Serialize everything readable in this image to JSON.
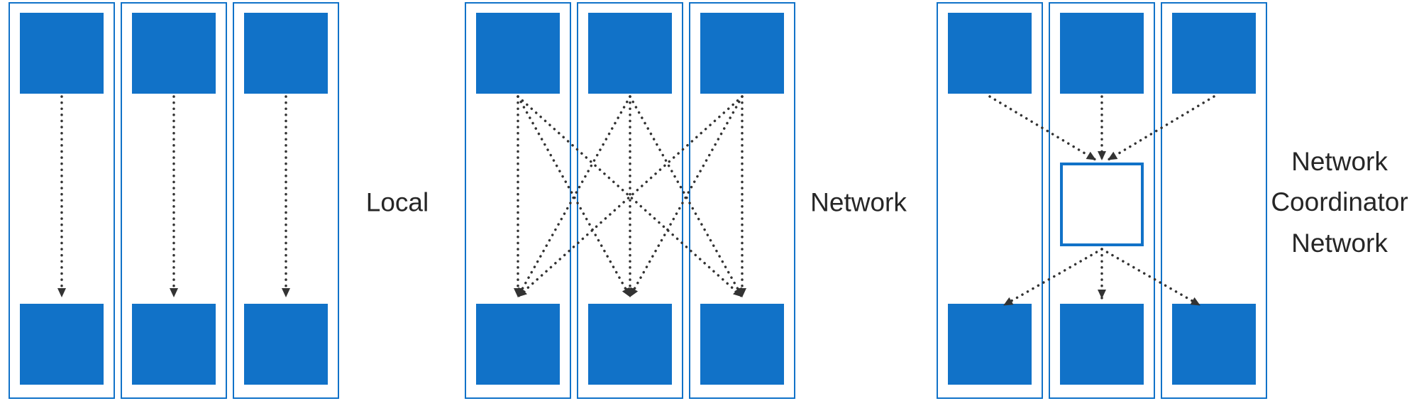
{
  "colors": {
    "node_blue": "#1172C8",
    "lane_border": "#1172C8",
    "coordinator_fill": "#FFFFFF",
    "arrow": "#333333",
    "label_text": "#262626",
    "background": "#FFFFFF"
  },
  "groups": [
    {
      "id": "local",
      "label_lines": [
        "Local"
      ],
      "topology": "point-to-point",
      "lanes": 3,
      "connections": [
        [
          0,
          0
        ],
        [
          1,
          1
        ],
        [
          2,
          2
        ]
      ]
    },
    {
      "id": "network",
      "label_lines": [
        "Network"
      ],
      "topology": "full-mesh",
      "lanes": 3,
      "connections": [
        [
          0,
          0
        ],
        [
          0,
          1
        ],
        [
          0,
          2
        ],
        [
          1,
          0
        ],
        [
          1,
          1
        ],
        [
          1,
          2
        ],
        [
          2,
          0
        ],
        [
          2,
          1
        ],
        [
          2,
          2
        ]
      ]
    },
    {
      "id": "network-coordinator-network",
      "label_lines": [
        "Network",
        "Coordinator",
        "Network"
      ],
      "topology": "coordinator-hub",
      "lanes": 3,
      "has_coordinator": true,
      "to_coordinator": [
        0,
        1,
        2
      ],
      "from_coordinator": [
        0,
        1,
        2
      ]
    }
  ]
}
